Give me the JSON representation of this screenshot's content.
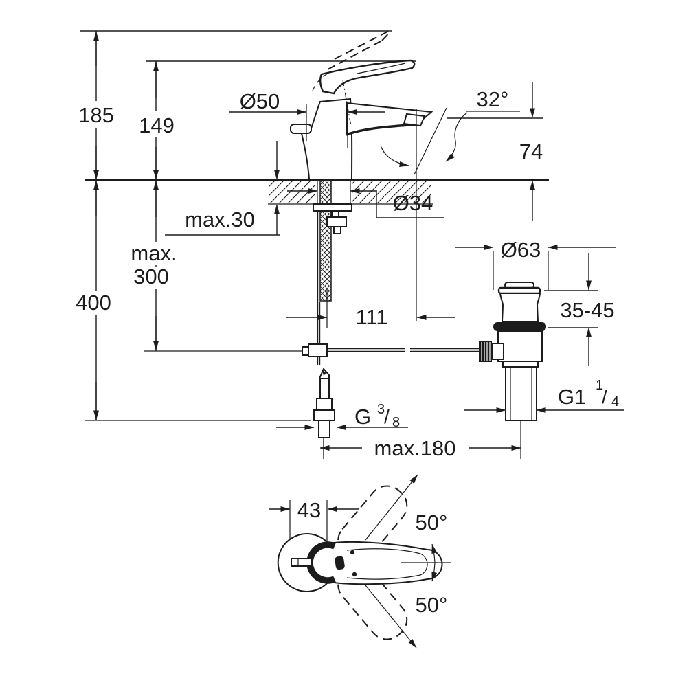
{
  "drawing": {
    "type": "technical-dimension-drawing",
    "product": "single-lever basin mixer with pop-up waste set",
    "background_color": "#ffffff",
    "line_color": "#1c1c1c",
    "views": {
      "side_view": "faucet on mounting deck with hoses, pop-up rod and waste valve",
      "top_view": "handle swing range"
    },
    "dimensions": {
      "height_open_lever": "185",
      "height_body": "149",
      "base_diameter": "Ø50",
      "spout_angle": "32°",
      "spout_height": "74",
      "deck_thickness": "max.30",
      "hole_diameter": "Ø34",
      "max_word": "max.",
      "hose_depth": "300",
      "total_depth": "400",
      "spout_projection": "111",
      "waste_flange_diameter": "Ø63",
      "basin_thickness_range": "35-45",
      "waste_thread_g": "G1",
      "waste_thread_num": "1",
      "waste_thread_slash": "/",
      "waste_thread_den": "4",
      "hose_thread_g": "G",
      "hose_thread_num": "3",
      "hose_thread_slash": "/",
      "hose_thread_den": "8",
      "rod_reach": "max.180",
      "handle_offset": "43",
      "swing_up": "50°",
      "swing_down": "50°"
    }
  }
}
